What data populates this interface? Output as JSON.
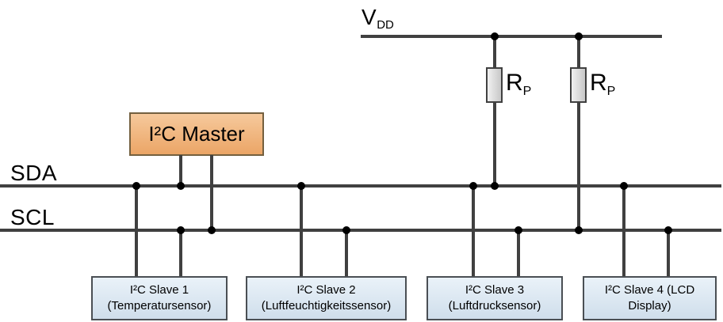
{
  "labels": {
    "vdd_main": "V",
    "vdd_sub": "DD",
    "sda": "SDA",
    "scl": "SCL",
    "resistor_main": "R",
    "resistor_sub": "P"
  },
  "master": {
    "label": "I²C Master"
  },
  "slaves": [
    {
      "line1": "I²C Slave 1",
      "line2": "(Temperatursensor)"
    },
    {
      "line1": "I²C Slave 2",
      "line2": "(Luftfeuchtigkeitssensor)"
    },
    {
      "line1": "I²C Slave 3",
      "line2": "(Luftdrucksensor)"
    },
    {
      "line1": "I²C Slave 4 (LCD",
      "line2": "Display)"
    }
  ],
  "colors": {
    "wire": "#404040",
    "dot": "#000000",
    "master_fill_top": "#f6c99c",
    "master_fill_bottom": "#eba566",
    "master_border": "#74603f",
    "slave_fill_top": "#eaf2f9",
    "slave_fill_bottom": "#cfdeeb",
    "slave_border": "#4a4f54",
    "resistor_fill_top": "#f0f0f0",
    "resistor_fill_bottom": "#c8c8c8",
    "resistor_border": "#404040"
  }
}
